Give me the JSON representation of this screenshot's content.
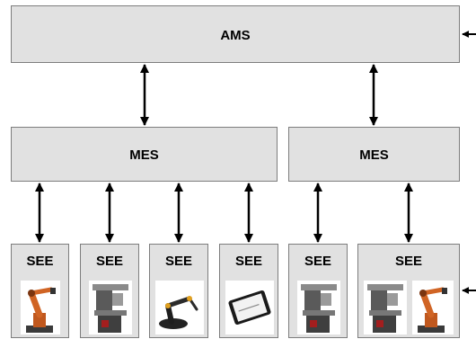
{
  "ams": {
    "label": "AMS"
  },
  "mes": [
    {
      "label": "MES"
    },
    {
      "label": "MES"
    }
  ],
  "see": [
    {
      "label": "SEE",
      "images": [
        "robot-arm-icon"
      ]
    },
    {
      "label": "SEE",
      "images": [
        "milling-machine-icon"
      ]
    },
    {
      "label": "SEE",
      "images": [
        "small-robot-icon"
      ]
    },
    {
      "label": "SEE",
      "images": [
        "tablet-icon"
      ]
    },
    {
      "label": "SEE",
      "images": [
        "milling-machine-icon"
      ]
    },
    {
      "label": "SEE",
      "images": [
        "milling-machine-icon",
        "robot-arm-icon"
      ]
    }
  ]
}
